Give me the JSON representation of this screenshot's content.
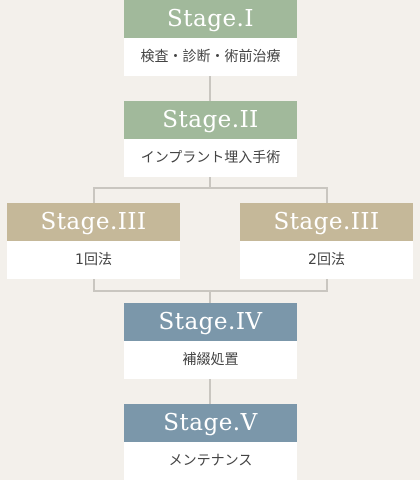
{
  "colors": {
    "green": "#a1b99b",
    "tan": "#c5b899",
    "blue": "#7b97aa",
    "line": "#c9c6c0",
    "background": "#f3f0eb"
  },
  "stages": [
    {
      "title": "Stage.I",
      "desc": "検査・診断・術前治療"
    },
    {
      "title": "Stage.II",
      "desc": "インプラント埋入手術"
    },
    {
      "title": "Stage.III",
      "desc": "1回法"
    },
    {
      "title": "Stage.III",
      "desc": "2回法"
    },
    {
      "title": "Stage.IV",
      "desc": "補綴処置"
    },
    {
      "title": "Stage.V",
      "desc": "メンテナンス"
    }
  ]
}
